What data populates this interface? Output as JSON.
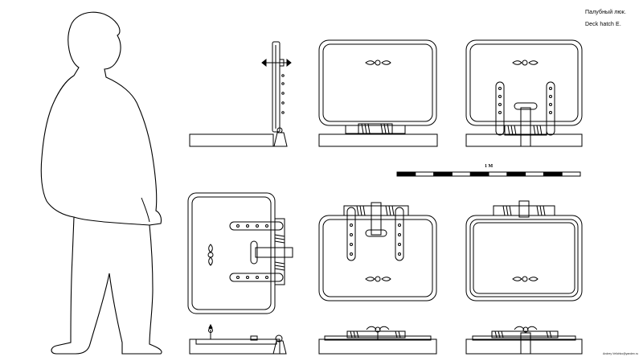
{
  "title": {
    "ru": "Палубный люк.",
    "en": "Deck hatch E."
  },
  "scale": {
    "label": "1 M",
    "segments": 10
  },
  "credit": "Andrey Velichko@yandex.ru",
  "colors": {
    "line": "#000000",
    "background": "#ffffff"
  }
}
